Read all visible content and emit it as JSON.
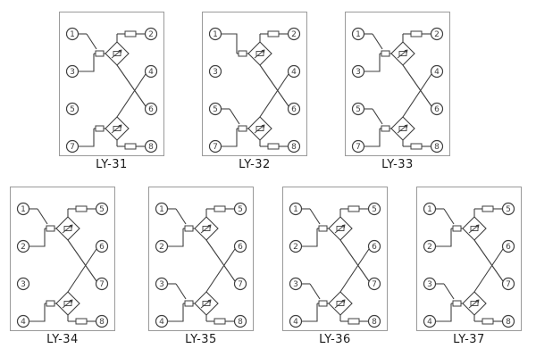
{
  "colors": {
    "line": "#3f3f3f",
    "border": "#9a9a9a",
    "background": "#ffffff",
    "label": "#1a1a1a"
  },
  "diagrams": [
    {
      "label": "LY-31",
      "left_terminals": [
        "1",
        "3",
        "5",
        "7"
      ],
      "right_terminals": [
        "2",
        "4",
        "6",
        "8"
      ],
      "top_connection": "switch",
      "bottom_connection": "direct-lower",
      "structure": {
        "rectifier_bridges": 2,
        "resistors": 4,
        "crossover_wires": true,
        "switch_contacts": 1
      }
    },
    {
      "label": "LY-32",
      "left_terminals": [
        "1",
        "3",
        "5",
        "7"
      ],
      "right_terminals": [
        "2",
        "4",
        "6",
        "8"
      ],
      "top_connection": "direct-upper",
      "bottom_connection": "switch",
      "structure": {
        "rectifier_bridges": 2,
        "resistors": 4,
        "crossover_wires": true,
        "switch_contacts": 1
      }
    },
    {
      "label": "LY-33",
      "left_terminals": [
        "1",
        "3",
        "5",
        "7"
      ],
      "right_terminals": [
        "2",
        "4",
        "6",
        "8"
      ],
      "top_connection": "switch",
      "bottom_connection": "switch",
      "structure": {
        "rectifier_bridges": 2,
        "resistors": 4,
        "crossover_wires": true,
        "switch_contacts": 2
      }
    },
    {
      "label": "LY-34",
      "left_terminals": [
        "1",
        "2",
        "3",
        "4"
      ],
      "right_terminals": [
        "5",
        "6",
        "7",
        "8"
      ],
      "top_connection": "switch",
      "bottom_connection": "direct-lower",
      "structure": {
        "rectifier_bridges": 2,
        "resistors": 4,
        "crossover_wires": true,
        "switch_contacts": 1
      }
    },
    {
      "label": "LY-35",
      "left_terminals": [
        "1",
        "2",
        "3",
        "4"
      ],
      "right_terminals": [
        "5",
        "6",
        "7",
        "8"
      ],
      "top_connection": "switch",
      "bottom_connection": "switch",
      "structure": {
        "rectifier_bridges": 2,
        "resistors": 4,
        "crossover_wires": true,
        "switch_contacts": 2
      }
    },
    {
      "label": "LY-36",
      "left_terminals": [
        "1",
        "2",
        "3",
        "4"
      ],
      "right_terminals": [
        "5",
        "6",
        "7",
        "8"
      ],
      "top_connection": "switch",
      "bottom_connection": "switch",
      "structure": {
        "rectifier_bridges": 2,
        "resistors": 4,
        "crossover_wires": true,
        "switch_contacts": 2
      }
    },
    {
      "label": "LY-37",
      "left_terminals": [
        "1",
        "2",
        "3",
        "4"
      ],
      "right_terminals": [
        "5",
        "6",
        "7",
        "8"
      ],
      "top_connection": "switch",
      "bottom_connection": "switch",
      "structure": {
        "rectifier_bridges": 2,
        "resistors": 4,
        "crossover_wires": true,
        "switch_contacts": 2
      }
    }
  ]
}
